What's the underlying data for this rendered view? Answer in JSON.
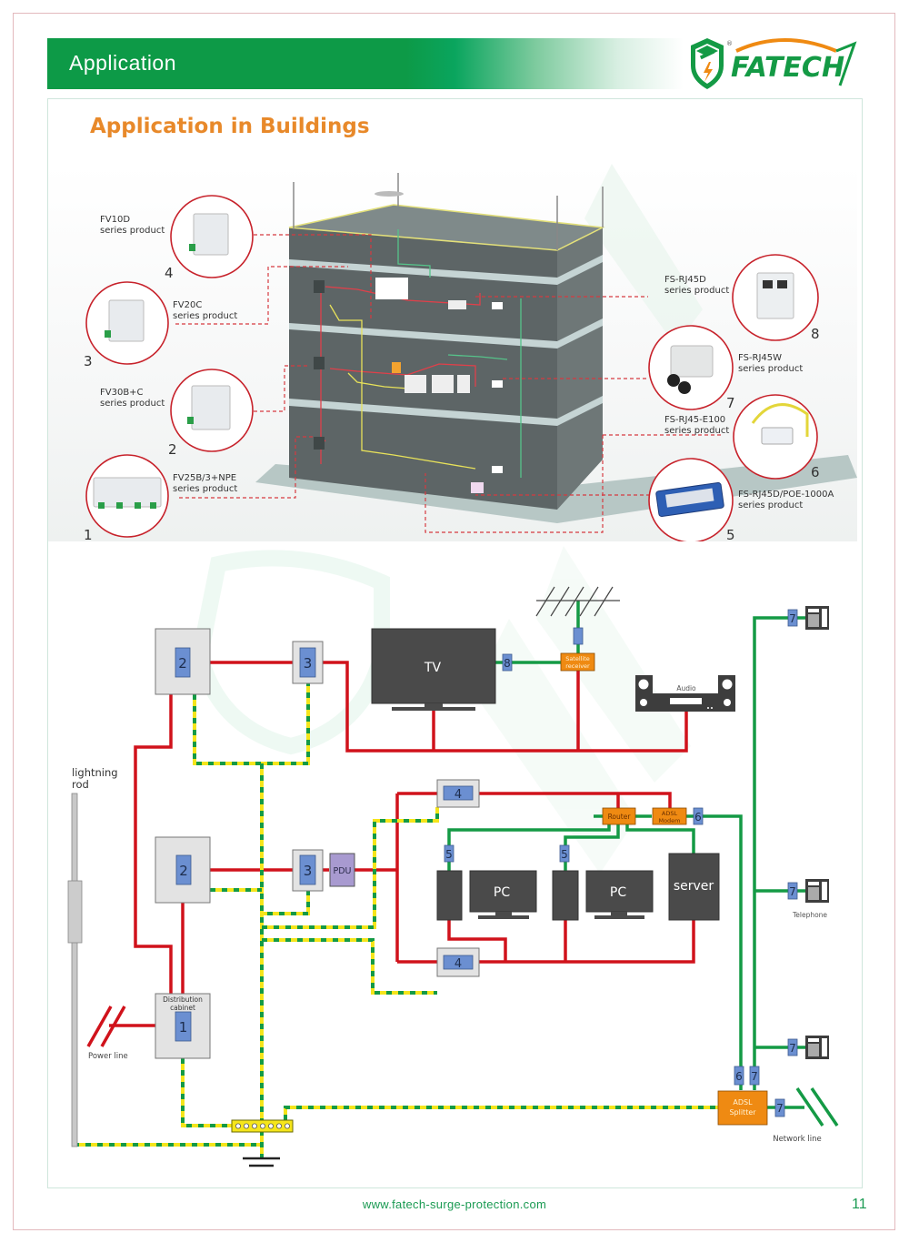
{
  "header": {
    "title": "Application",
    "brand": "FATECH",
    "registered_mark": "®",
    "accent_green": "#0d9a47",
    "accent_orange": "#e8892a"
  },
  "section": {
    "title": "Application in Buildings"
  },
  "products": [
    {
      "number": "1",
      "name": "FV25B/3+NPE",
      "suffix": "series product"
    },
    {
      "number": "2",
      "name": "FV30B+C",
      "suffix": "series product"
    },
    {
      "number": "3",
      "name": "FV20C",
      "suffix": "series product"
    },
    {
      "number": "4",
      "name": "FV10D",
      "suffix": "series product"
    },
    {
      "number": "5",
      "name": "FS-RJ45D/POE-1000A",
      "suffix": "series product"
    },
    {
      "number": "6",
      "name": "FS-RJ45-E100",
      "suffix": "series product"
    },
    {
      "number": "7",
      "name": "FS-RJ45W",
      "suffix": "series product"
    },
    {
      "number": "8",
      "name": "FS-RJ45D",
      "suffix": "series product"
    }
  ],
  "diagram": {
    "lightning_rod": [
      "lightning",
      "rod"
    ],
    "power_line": "Power line",
    "distribution_cabinet": [
      "Distribution",
      "cabinet"
    ],
    "tv": "TV",
    "satellite_receiver": [
      "Satellite",
      "receiver"
    ],
    "audio": "Audio",
    "pdu": "PDU",
    "router": "Router",
    "adsl_modem": [
      "ADSL",
      "Modem"
    ],
    "pc1": "PC",
    "pc2": "PC",
    "server": "server",
    "telephone": "Telephone",
    "adsl_splitter": [
      "ADSL",
      "Splitter"
    ],
    "network_line": "Network line",
    "spd_labels": {
      "cabinet": "1",
      "floor_top": "2",
      "floor_mid": "2",
      "sub_top": "3",
      "sub_mid": "3",
      "office_top": "4",
      "office_bottom": "4",
      "pc1": "5",
      "pc2": "5",
      "modem": "6",
      "splitter_in_a": "6",
      "splitter_in_b": "7",
      "splitter_out": "7",
      "phone1": "7",
      "phone2": "7",
      "phone3": "7",
      "tv": "8"
    },
    "colors": {
      "power": "#d0121b",
      "signal": "#149a45",
      "ground_yellow": "#f5e51b",
      "ground_green": "#149a45",
      "spd": "#6b8fd1",
      "device": "#4a4a4a",
      "orange_box": "#ef8a12",
      "pdu": "#a89ad0"
    }
  },
  "footer": {
    "url": "www.fatech-surge-protection.com",
    "page_number": "11"
  }
}
